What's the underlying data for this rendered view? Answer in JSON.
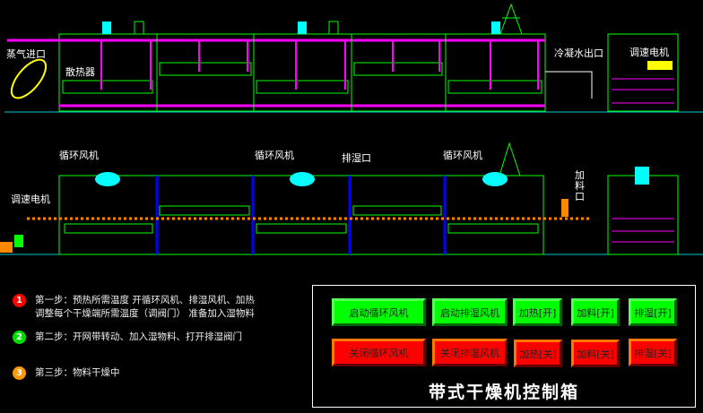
{
  "diagram": {
    "labels": {
      "steam_inlet": "蒸气进口",
      "radiator": "散热器",
      "condensate_outlet": "冷凝水出口",
      "motor_top": "调速电机",
      "fan1": "循环风机",
      "fan2": "循环风机",
      "fan3": "循环风机",
      "exhaust": "排湿口",
      "motor_left": "调速电机",
      "feed_port": "加料口"
    }
  },
  "steps": [
    {
      "num": "1",
      "color": "#ff0000",
      "text": "第一步：预热所需温度  开循环风机、排湿风机、加热",
      "text2": "调整每个干燥端所需温度（调阀门）  准备加入湿物料"
    },
    {
      "num": "2",
      "color": "#00dd00",
      "text": "第二步：开网带转动、加入湿物料、打开排湿阀门"
    },
    {
      "num": "3",
      "color": "#ff9900",
      "text": "第三步：物料干燥中"
    }
  ],
  "control_panel": {
    "title": "带式干燥机控制箱",
    "on_buttons": [
      "启动循环风机",
      "启动排湿风机",
      "加热[开]",
      "加料[开]",
      "排湿[开]"
    ],
    "off_buttons": [
      "关闭循环风机",
      "关闭排湿风机",
      "加热[关]",
      "加料[关]",
      "排湿[关]"
    ]
  }
}
